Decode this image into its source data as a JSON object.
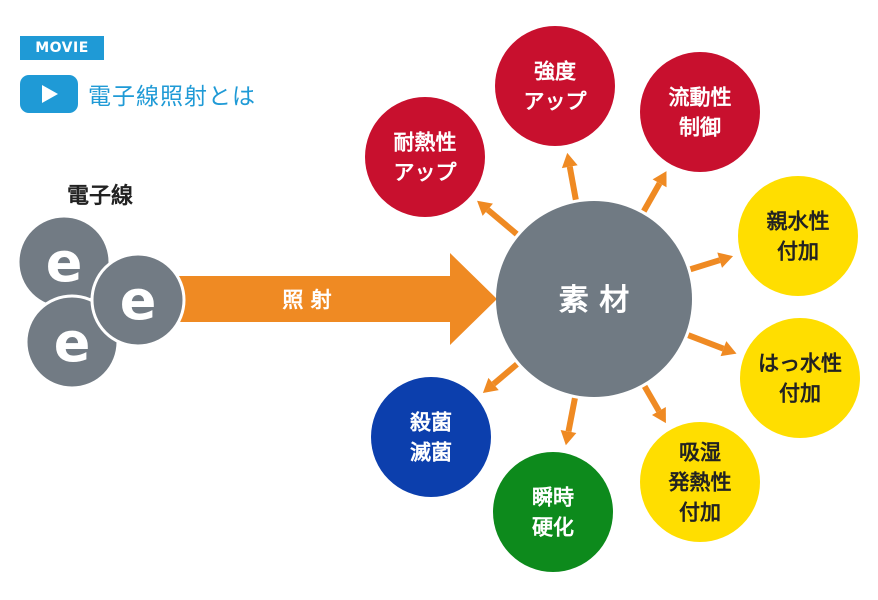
{
  "movie": {
    "badge": "MOVIE",
    "link_label": "電子線照射とは",
    "badge_color": "#1f9ad6"
  },
  "electron": {
    "title": "電子線",
    "letter": "e",
    "color": "#727b84"
  },
  "arrow": {
    "label": "照 射",
    "color": "#ef8a23"
  },
  "center": {
    "label": "素 材",
    "color": "#707a83"
  },
  "colors": {
    "red": "#c8102e",
    "yellow": "#ffde00",
    "blue": "#0c3fad",
    "green": "#0d8a1c",
    "spoke": "#ef8a23"
  },
  "effects": [
    {
      "id": "heat-resistance",
      "lines": [
        "耐熱性",
        "アップ"
      ],
      "color": "red"
    },
    {
      "id": "strength",
      "lines": [
        "強度",
        "アップ"
      ],
      "color": "red"
    },
    {
      "id": "fluidity-control",
      "lines": [
        "流動性",
        "制御"
      ],
      "color": "red"
    },
    {
      "id": "hydrophilic",
      "lines": [
        "親水性",
        "付加"
      ],
      "color": "yellow"
    },
    {
      "id": "water-repellent",
      "lines": [
        "はっ水性",
        "付加"
      ],
      "color": "yellow"
    },
    {
      "id": "moisture-heat",
      "lines": [
        "吸湿",
        "発熱性",
        "付加"
      ],
      "color": "yellow"
    },
    {
      "id": "instant-cure",
      "lines": [
        "瞬時",
        "硬化"
      ],
      "color": "green"
    },
    {
      "id": "sterilization",
      "lines": [
        "殺菌",
        "滅菌"
      ],
      "color": "blue"
    }
  ]
}
